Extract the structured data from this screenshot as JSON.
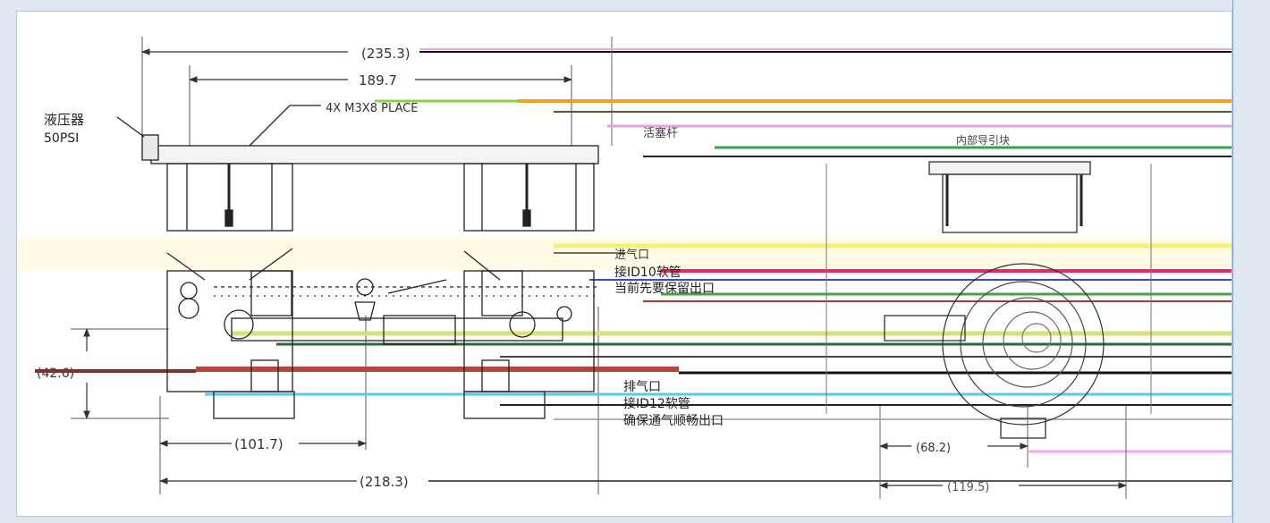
{
  "drawing": {
    "dimensions": {
      "overall_length": "(235.3)",
      "top_span": "189.7",
      "bottom_left_span": "(101.7)",
      "bottom_total_span": "(218.3)",
      "height_left": "(42.6)",
      "right_small_span": "(68.2)",
      "right_large_span": "(119.5)"
    },
    "labels": {
      "pressure_gauge": "液压器",
      "pressure_value": "50PSI",
      "mount_holes": "4X M3X8 PLACE",
      "cylinder_note": "活塞杆",
      "air_inlet_title": "进气口",
      "air_inlet_tube": "接ID10软管",
      "air_inlet_note": "当前先要保留出口",
      "exhaust_title": "排气口",
      "exhaust_tube": "接ID12软管",
      "exhaust_note": "确保通气顺畅出口",
      "right_top_label": "内部导引块"
    }
  }
}
